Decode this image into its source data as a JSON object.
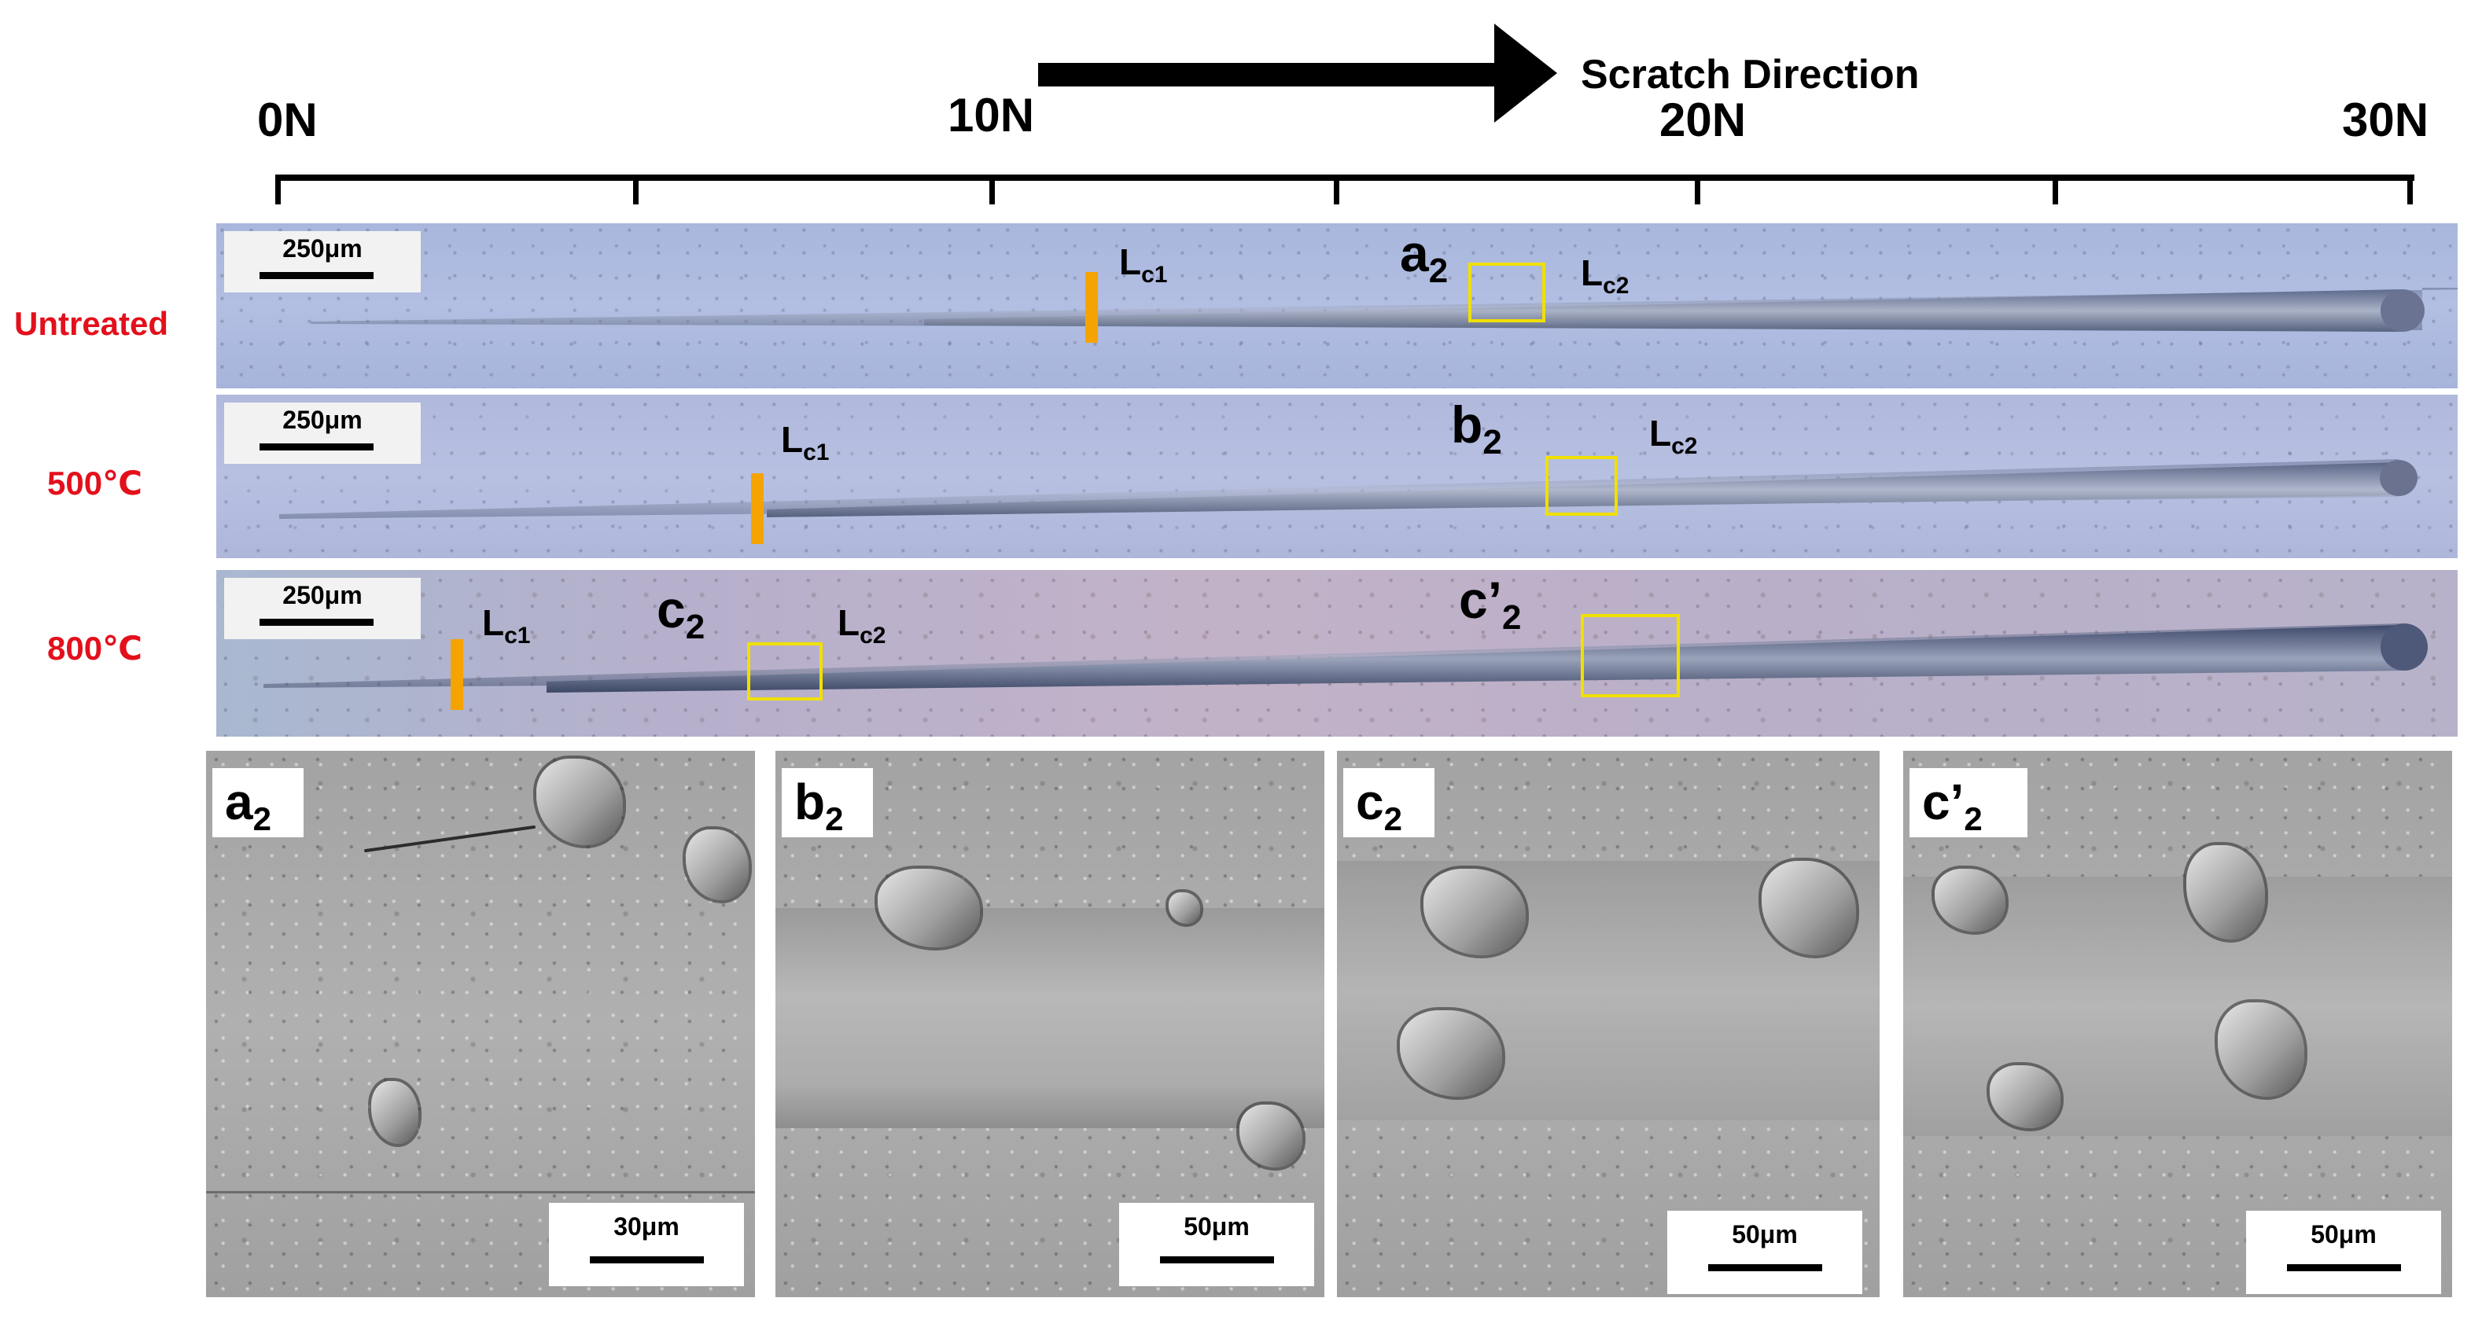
{
  "header": {
    "direction_label": "Scratch Direction",
    "loads": [
      "0N",
      "10N",
      "20N",
      "30N"
    ]
  },
  "rows": [
    {
      "label": "Untreated",
      "scale_bar": "250μm",
      "lc1": {
        "main": "L",
        "sub": "c1"
      },
      "lc2": {
        "main": "L",
        "sub": "c2"
      },
      "roi": {
        "main": "a",
        "sub": "2"
      }
    },
    {
      "label": "500℃",
      "scale_bar": "250μm",
      "lc1": {
        "main": "L",
        "sub": "c1"
      },
      "lc2": {
        "main": "L",
        "sub": "c2"
      },
      "roi": {
        "main": "b",
        "sub": "2"
      }
    },
    {
      "label": "800℃",
      "scale_bar": "250μm",
      "lc1": {
        "main": "L",
        "sub": "c1"
      },
      "lc2": {
        "main": "L",
        "sub": "c2"
      },
      "roi": {
        "main": "c",
        "sub": "2"
      },
      "roi2": {
        "main": "c’",
        "sub": "2"
      }
    }
  ],
  "sem_panels": [
    {
      "label": {
        "main": "a",
        "sub": "2"
      },
      "scale_bar": "30μm"
    },
    {
      "label": {
        "main": "b",
        "sub": "2"
      },
      "scale_bar": "50μm"
    },
    {
      "label": {
        "main": "c",
        "sub": "2"
      },
      "scale_bar": "50μm"
    },
    {
      "label": {
        "main": "c’",
        "sub": "2"
      },
      "scale_bar": "50μm"
    }
  ],
  "colors": {
    "row_label": "#e3101c",
    "lc_marker": "#f5a300",
    "roi_box": "#f0e000"
  }
}
